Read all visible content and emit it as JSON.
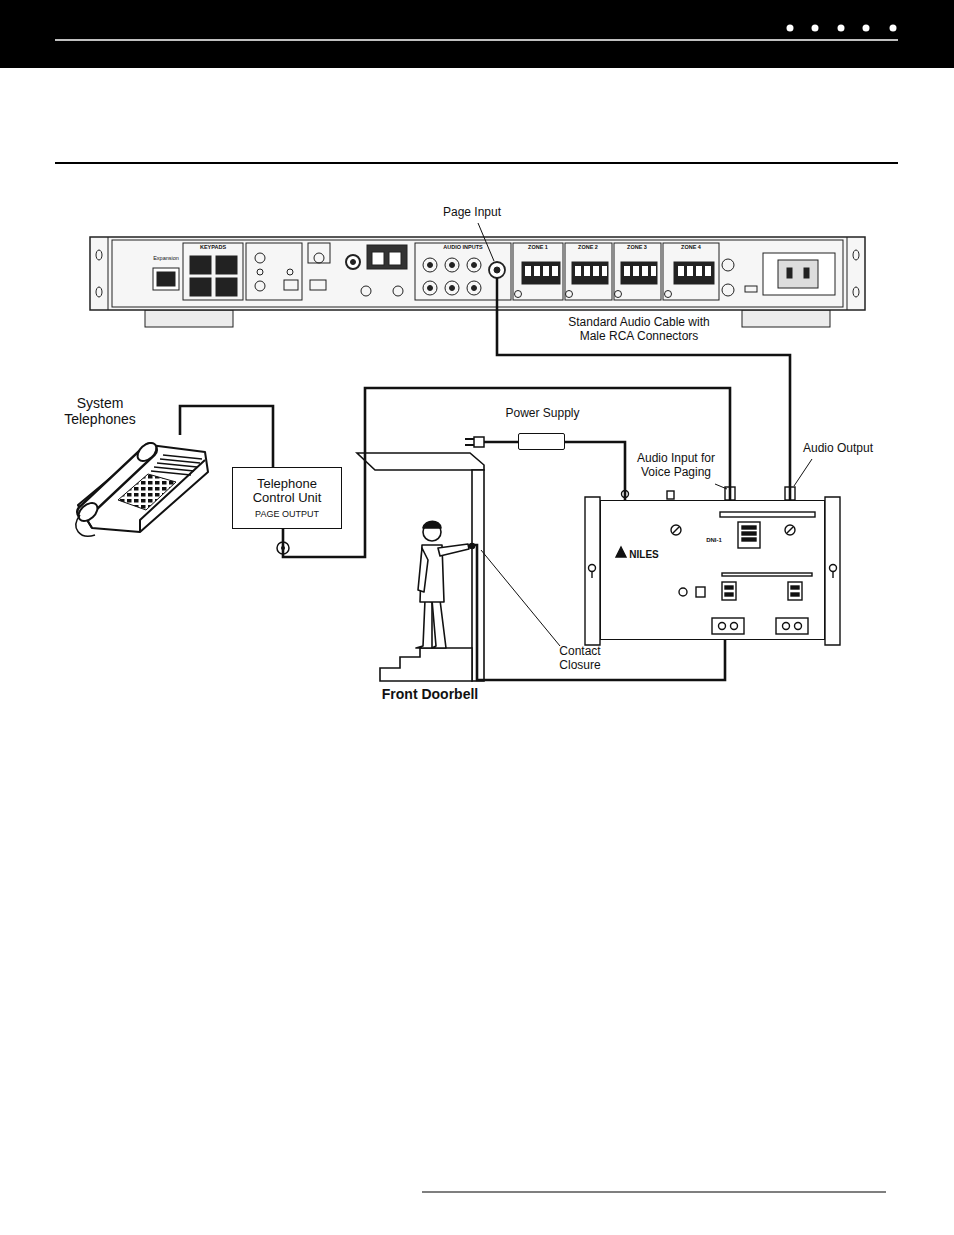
{
  "diagram": {
    "nodes": [
      {
        "text": [
          "Expansion",
          "KEYPADS",
          "AUDIO INPUTS",
          "ZONE 1",
          "ZONE 2",
          "ZONE 3",
          "ZONE 4"
        ]
      },
      {
        "text": [
          "System Telephones"
        ]
      },
      {
        "text": [
          "Telephone Control Unit",
          "PAGE OUTPUT"
        ]
      },
      {
        "text": [
          "Power Supply"
        ]
      },
      {
        "text": [
          "Front Doorbell"
        ]
      },
      {
        "text": [
          "NILES",
          "DNI-1"
        ]
      }
    ],
    "edges": [
      {
        "from": 1,
        "to": 2,
        "arrow": "none"
      },
      {
        "from": 2,
        "to": 5,
        "arrow": "none"
      },
      {
        "from": 5,
        "to": 0,
        "arrow": "none",
        "label": "Standard Audio Cable with Male RCA Connectors"
      },
      {
        "from": 3,
        "to": 5,
        "arrow": "none"
      },
      {
        "from": 4,
        "to": 5,
        "arrow": "none"
      }
    ],
    "labels": [
      "Page Input",
      "Audio Input for Voice Paging",
      "Audio Output",
      "Contact Closure"
    ]
  }
}
